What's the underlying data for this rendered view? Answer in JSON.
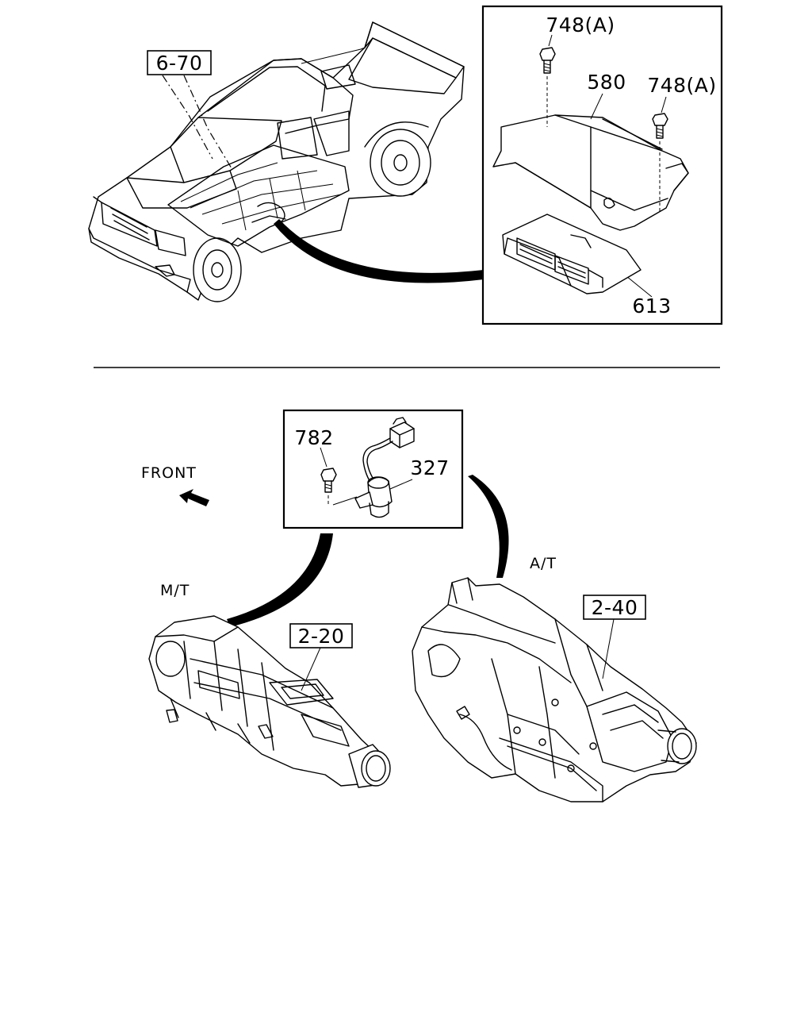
{
  "labels": {
    "ref_6_70": "6-70",
    "p748a_1": "748(A)",
    "p748a_2": "748(A)",
    "p580": "580",
    "p613": "613",
    "p782": "782",
    "p327": "327",
    "front": "FRONT",
    "mt": "M/T",
    "at": "A/T",
    "ref_2_20": "2-20",
    "ref_2_40": "2-40"
  },
  "icons": {
    "front_arrow": "arrow-left-up-icon"
  },
  "colors": {
    "line": "#000000",
    "background": "#ffffff"
  }
}
